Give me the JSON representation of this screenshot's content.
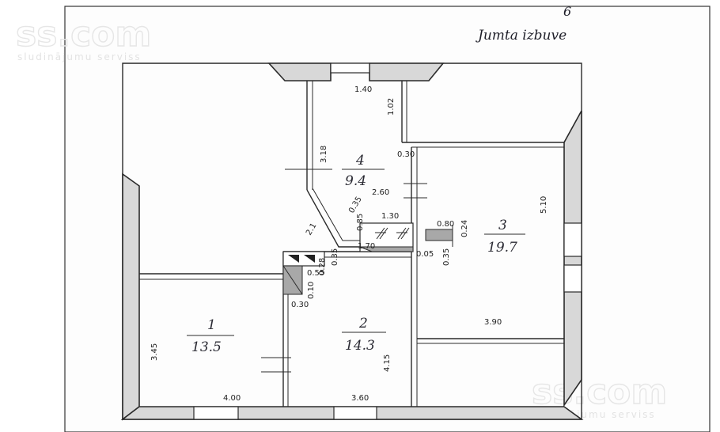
{
  "watermark": {
    "top_logo": "ss.com",
    "top_tagline": "sludinājumu serviss",
    "bottom_logo": "ss.com",
    "bottom_tagline": "sludinājumu serviss"
  },
  "page_mark": "6",
  "plan_title": "Jumta izbuve",
  "rooms": [
    {
      "number": "1",
      "area": "13.5"
    },
    {
      "number": "2",
      "area": "14.3"
    },
    {
      "number": "3",
      "area": "19.7"
    },
    {
      "number": "4",
      "area": "9.4"
    }
  ],
  "dimensions": {
    "d_140": "1.40",
    "d_102": "1.02",
    "d_318": "3.18",
    "d_030a": "0.30",
    "d_260": "2.60",
    "d_510": "5.10",
    "d_130": "1.30",
    "d_080": "0.80",
    "d_024": "0.24",
    "d_035": "0.35",
    "d_021": "2.1",
    "d_035b": "0.35",
    "d_085": "0.85",
    "d_170": "1.70",
    "d_005": "0.05",
    "d_035c": "0.35",
    "d_055": "0.55",
    "d_028": "0.28",
    "d_010": "0.10",
    "d_030b": "0.30",
    "d_390": "3.90",
    "d_345": "3.45",
    "d_415": "4.15",
    "d_400": "4.00",
    "d_360": "3.60"
  }
}
